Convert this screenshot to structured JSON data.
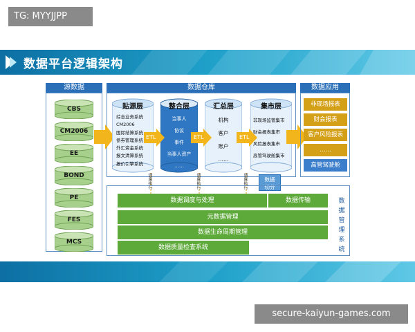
{
  "overlay": {
    "top_tag": "TG: MYYJJPP",
    "bottom_tag": "secure-kaiyun-games.com"
  },
  "title": "数据平台逻辑架构",
  "sections": {
    "source": "源数据",
    "warehouse": "数据仓库",
    "apps": "数据应用"
  },
  "sources": [
    "CBS",
    "CM2006",
    "EE",
    "BOND",
    "PE",
    "FES",
    "MCS"
  ],
  "layers": {
    "source_layer": {
      "title": "贴源层",
      "items": [
        "综合业务系统",
        "CM2006",
        "国际结算系统",
        "债券管理系统",
        "外汇资金系统",
        "报文清算系统",
        "报价引擎系统"
      ]
    },
    "integration_layer": {
      "title": "整合层",
      "items": [
        "当事人",
        "协议",
        "事件",
        "当事人资产",
        "……"
      ]
    },
    "summary_layer": {
      "title": "汇总层",
      "items": [
        "机构",
        "客户",
        "账户",
        "……"
      ]
    },
    "mart_layer": {
      "title": "集市层",
      "items": [
        "非现场监管集市",
        "财会报表集市",
        "风险报表集市",
        "高管驾驶舱集市"
      ]
    }
  },
  "etl_label": "ETL",
  "vertical_labels": [
    "调度执行",
    "调度执行",
    "调度执行"
  ],
  "data_split": "数据\n切分",
  "apps": [
    {
      "label": "非现场报表",
      "style": "gold"
    },
    {
      "label": "财会报表",
      "style": "gold"
    },
    {
      "label": "客户风险报表",
      "style": "gold"
    },
    {
      "label": "……",
      "style": "gold"
    },
    {
      "label": "高管驾驶舱",
      "style": "blue"
    }
  ],
  "management": {
    "rows": [
      "数据调度与处理",
      "数据传输",
      "元数据管理",
      "数据生命周期管理",
      "数据质量检查系统"
    ],
    "side_label": "数据管理系统"
  },
  "colors": {
    "accent_blue": "#2a6fb8",
    "gold": "#d4a017",
    "green": "#5da93a",
    "cyan": "#1fa3c7"
  }
}
